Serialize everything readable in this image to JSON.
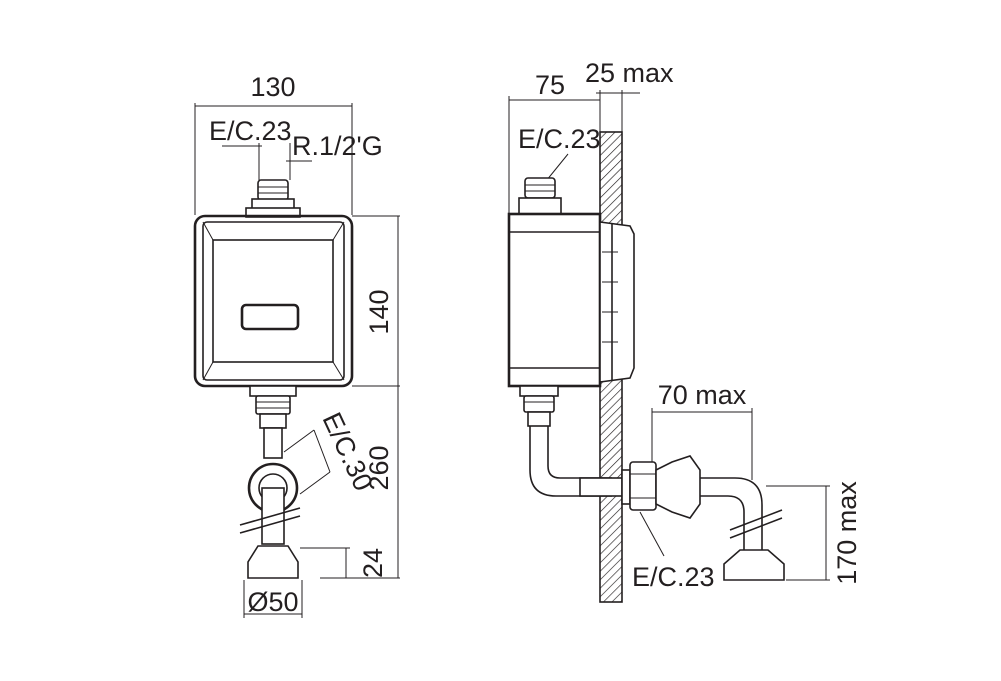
{
  "front_view": {
    "width_label": "130",
    "connector_label": "E/C.23",
    "thread_label": "R.1/2'G",
    "height_label": "140",
    "pipe_label": "E/C.30",
    "drop_label": "260",
    "foot_label": "24",
    "diameter_label": "Ø50"
  },
  "side_view": {
    "depth_label": "75",
    "wall_label": "25 max",
    "connector_label": "E/C.23",
    "offset_label": "70 max",
    "height_label": "170 max",
    "union_label": "E/C.23"
  },
  "colors": {
    "line": "#231f20",
    "wall_hatch": "#231f20",
    "background": "#ffffff"
  }
}
